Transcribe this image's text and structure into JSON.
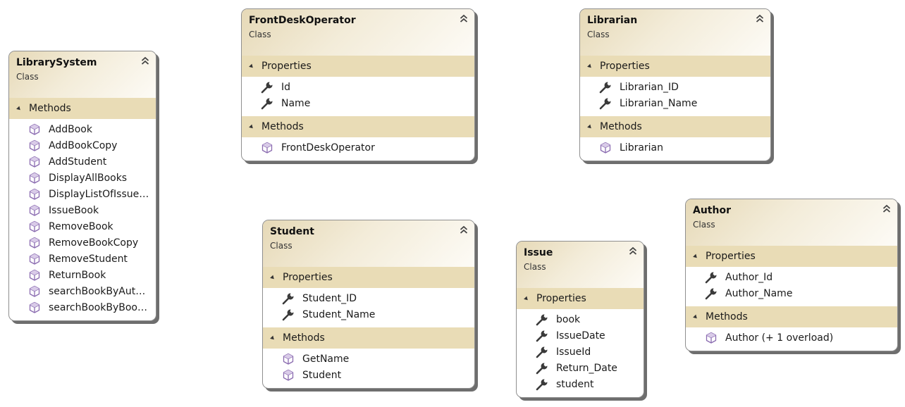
{
  "classes": [
    {
      "name": "LibrarySystem",
      "stereotype": "Class",
      "sections": [
        {
          "label": "Methods",
          "kind": "method",
          "items": [
            "AddBook",
            "AddBookCopy",
            "AddStudent",
            "DisplayAllBooks",
            "DisplayListOfIssued...",
            "IssueBook",
            "RemoveBook",
            "RemoveBookCopy",
            "RemoveStudent",
            "ReturnBook",
            "searchBookByAutho...",
            "searchBookByBook..."
          ]
        }
      ]
    },
    {
      "name": "FrontDeskOperator",
      "stereotype": "Class",
      "sections": [
        {
          "label": "Properties",
          "kind": "property",
          "items": [
            "Id",
            "Name"
          ]
        },
        {
          "label": "Methods",
          "kind": "method",
          "items": [
            "FrontDeskOperator"
          ]
        }
      ]
    },
    {
      "name": "Librarian",
      "stereotype": "Class",
      "sections": [
        {
          "label": "Properties",
          "kind": "property",
          "items": [
            "Librarian_ID",
            "Librarian_Name"
          ]
        },
        {
          "label": "Methods",
          "kind": "method",
          "items": [
            "Librarian"
          ]
        }
      ]
    },
    {
      "name": "Student",
      "stereotype": "Class",
      "sections": [
        {
          "label": "Properties",
          "kind": "property",
          "items": [
            "Student_ID",
            "Student_Name"
          ]
        },
        {
          "label": "Methods",
          "kind": "method",
          "items": [
            "GetName",
            "Student"
          ]
        }
      ]
    },
    {
      "name": "Issue",
      "stereotype": "Class",
      "sections": [
        {
          "label": "Properties",
          "kind": "property",
          "items": [
            "book",
            "IssueDate",
            "IssueId",
            "Return_Date",
            "student"
          ]
        }
      ]
    },
    {
      "name": "Author",
      "stereotype": "Class",
      "sections": [
        {
          "label": "Properties",
          "kind": "property",
          "items": [
            "Author_Id",
            "Author_Name"
          ]
        },
        {
          "label": "Methods",
          "kind": "method",
          "items": [
            "Author (+ 1 overload)"
          ]
        }
      ]
    }
  ],
  "icons": {
    "property": "wrench-icon",
    "method": "cube-icon",
    "collapse": "double-chevron-up-icon",
    "section": "expander-triangle-icon"
  },
  "colors": {
    "section_bar": "#e9dcb6",
    "header_gradient_start": "#e6d9b7",
    "method_icon": "#8a6bb0",
    "property_icon": "#3a3a3a"
  }
}
